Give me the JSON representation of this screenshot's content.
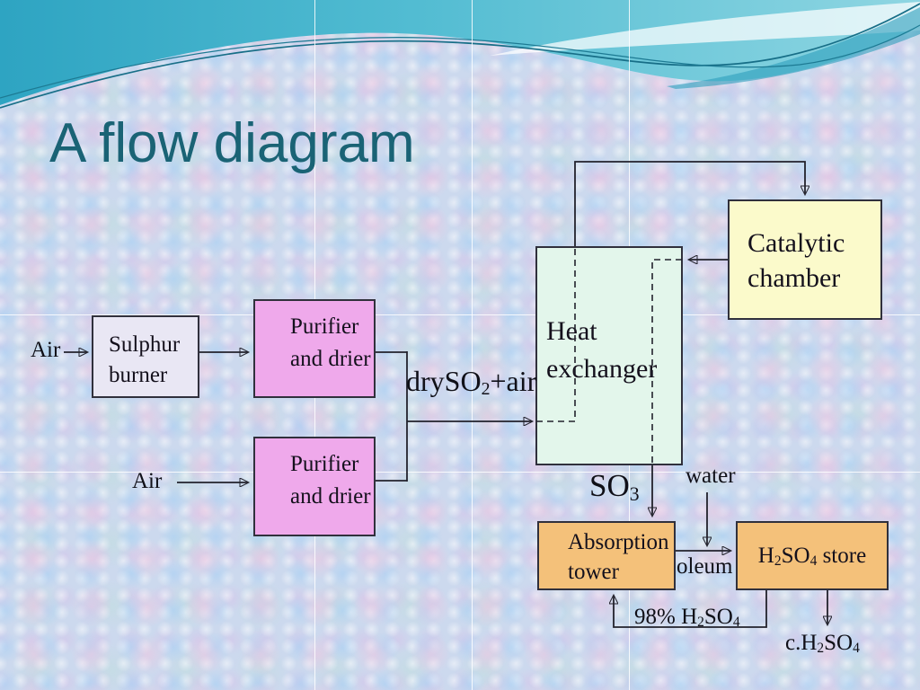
{
  "slide": {
    "title": "A flow diagram"
  },
  "colors": {
    "title": "#1a6375",
    "wave_teal": "#45b3cc",
    "line": "#22222c",
    "box_border": "#30303c",
    "sulphur_fill": "#e9e7f4",
    "purifier_fill": "#efa9eb",
    "heat_fill": "#e3f6eb",
    "catalytic_fill": "#fbfacb",
    "orange_fill": "#f4c17a"
  },
  "boxes": {
    "sulphur_burner": {
      "label": "Sulphur burner"
    },
    "purifier_top": {
      "label": "Purifier and drier"
    },
    "purifier_bottom": {
      "label": "Purifier and drier"
    },
    "heat_exchanger": {
      "label": "Heat exchanger"
    },
    "catalytic_chamber": {
      "label": "Catalytic chamber"
    },
    "absorption_tower": {
      "label": "Absorption tower"
    },
    "h2so4_store": {
      "label_parts": [
        {
          "t": "H"
        },
        {
          "t": "2",
          "sub": true
        },
        {
          "t": "SO"
        },
        {
          "t": "4",
          "sub": true
        },
        {
          "t": " store"
        }
      ]
    }
  },
  "labels": {
    "air_top": "Air",
    "air_bottom": "Air",
    "dry_so2_air": [
      {
        "t": "drySO"
      },
      {
        "t": "2",
        "sub": true
      },
      {
        "t": "+air"
      }
    ],
    "so3": [
      {
        "t": "SO"
      },
      {
        "t": "3",
        "sub": true
      }
    ],
    "water": "water",
    "oleum": "oleum",
    "acid_98": [
      {
        "t": "98% H"
      },
      {
        "t": "2",
        "sub": true
      },
      {
        "t": "SO"
      },
      {
        "t": "4",
        "sub": true
      }
    ],
    "acid_conc": [
      {
        "t": "c.H"
      },
      {
        "t": "2",
        "sub": true
      },
      {
        "t": "SO"
      },
      {
        "t": "4",
        "sub": true
      }
    ]
  }
}
